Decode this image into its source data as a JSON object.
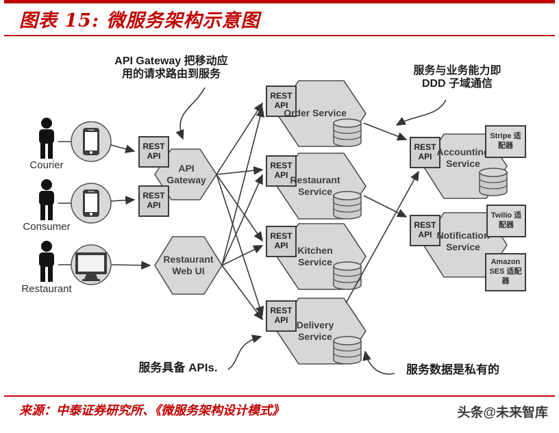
{
  "header": {
    "title": "图表 15: 微服务架构示意图"
  },
  "annotations": {
    "gateway_note_line1": "API Gateway 把移动应",
    "gateway_note_line2": "用的请求路由到服务",
    "ddd_note_line1": "服务与业务能力即",
    "ddd_note_line2": "DDD 子域通信",
    "apis_note": "服务具备 APIs.",
    "private_data_note": "服务数据是私有的"
  },
  "actors": [
    {
      "label": "Courier",
      "device_icon": "smartphone-icon"
    },
    {
      "label": "Consumer",
      "device_icon": "smartphone-icon"
    },
    {
      "label": "Restaurant",
      "device_icon": "desktop-monitor-icon"
    }
  ],
  "labels": {
    "rest_api": "REST API",
    "api_gateway": "API Gateway",
    "restaurant_web_ui": "Restaurant Web UI"
  },
  "services": [
    "Order Service",
    "Restaurant Service",
    "Kitchen Service",
    "Delivery Service"
  ],
  "external_services": [
    {
      "name": "Accounting Service",
      "adapters": [
        "Stripe 适配器"
      ]
    },
    {
      "name": "Notification Service",
      "adapters": [
        "Twilio 适配器",
        "Amazon SES 适配器"
      ]
    }
  ],
  "footer": {
    "source": "来源：中泰证券研究所、《微服务架构设计模式》",
    "watermark": "头条@未来智库"
  },
  "colors": {
    "accent_red": "#c00000",
    "shape_fill": "#d7d7d7",
    "shape_border": "#4f4f4f",
    "text_dark": "#3c3c3c"
  }
}
